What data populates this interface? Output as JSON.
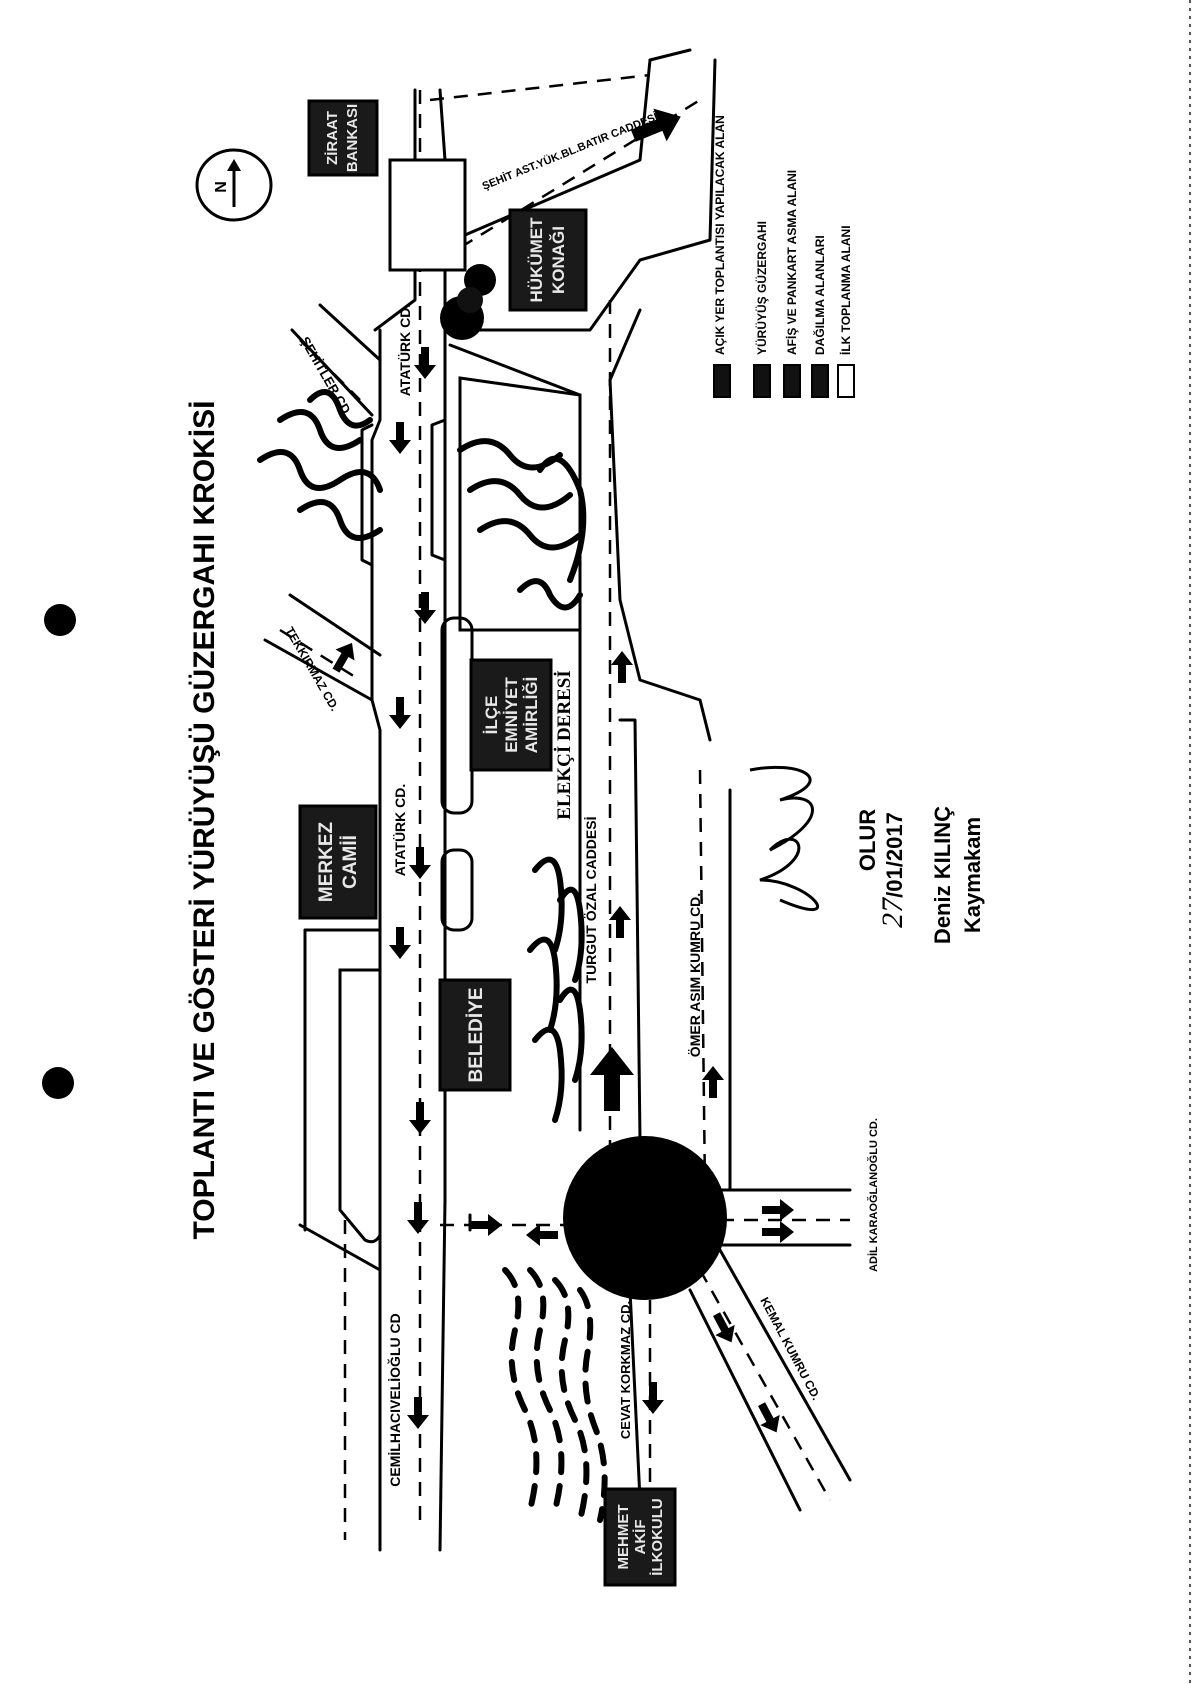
{
  "title": "TOPLANTI VE GÖSTERİ YÜRÜYÜŞÜ GÜZERGAHI KROKİSİ",
  "compass": {
    "letter": "N",
    "icon": "north-arrow-icon"
  },
  "streets": {
    "sehit_ast": "ŞEHİT AST.YÜK.BL.BATIR CADDESİ",
    "sehitler": "ŞEHİTLER CD.",
    "ataturk_1": "ATATÜRK CD.",
    "ataturk_2": "ATATÜRK CD.",
    "tekkirmaz": "TEKKIRMAZ CD.",
    "turgut_ozal": "TURGUT ÖZAL CADDESİ",
    "omer_asim": "ÖMER ASIM KUMRU CD.",
    "adil": "ADİL KARAOĞLANOĞLU CD.",
    "cemil": "CEMİLHACIVELİOĞLU CD",
    "cevat": "CEVAT KORKMAZ CD.",
    "kumru": "KEMAL KUMRU CD."
  },
  "buildings": {
    "ziraat": [
      "ZİRAAT",
      "BANKASI"
    ],
    "hukumet": [
      "HÜKÜMET",
      "KONAĞI"
    ],
    "merkez": [
      "MERKEZ",
      "CAMİİ"
    ],
    "emniyet": [
      "İLÇE",
      "EMNİYET",
      "AMİRLİĞİ"
    ],
    "belediye": [
      "BELEDİYE"
    ],
    "mehmet": [
      "MEHMET",
      "AKİF",
      "İLKOKULU"
    ]
  },
  "river": "ELEKÇİ DERESİ",
  "legend": [
    {
      "label": "AÇIK YER TOPLANTISI YAPILACAK ALAN",
      "swatch": "#111111"
    },
    {
      "label": "YÜRÜYÜŞ GÜZERGAHI",
      "swatch": "#111111"
    },
    {
      "label": "AFİŞ VE PANKART ASMA ALANI",
      "swatch": "#111111"
    },
    {
      "label": "DAĞILMA ALANLARI",
      "swatch": "#111111"
    },
    {
      "label": "İLK TOPLANMA ALANI",
      "swatch": "#ffffff"
    }
  ],
  "approval": {
    "olur": "OLUR",
    "date_day": "27",
    "date_rest": "/01/2017",
    "name": "Deniz KILINÇ",
    "role": "Kaymakam"
  }
}
